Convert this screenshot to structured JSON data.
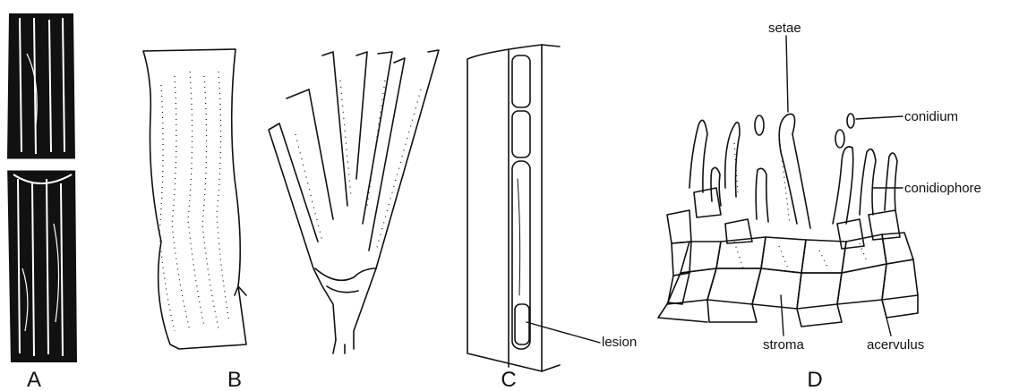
{
  "panels": [
    {
      "letter": "A"
    },
    {
      "letter": "B"
    },
    {
      "letter": "C",
      "labels": [
        "lesion"
      ]
    },
    {
      "letter": "D",
      "labels": [
        "setae",
        "conidium",
        "conidiophore",
        "stroma",
        "acervulus"
      ]
    }
  ]
}
